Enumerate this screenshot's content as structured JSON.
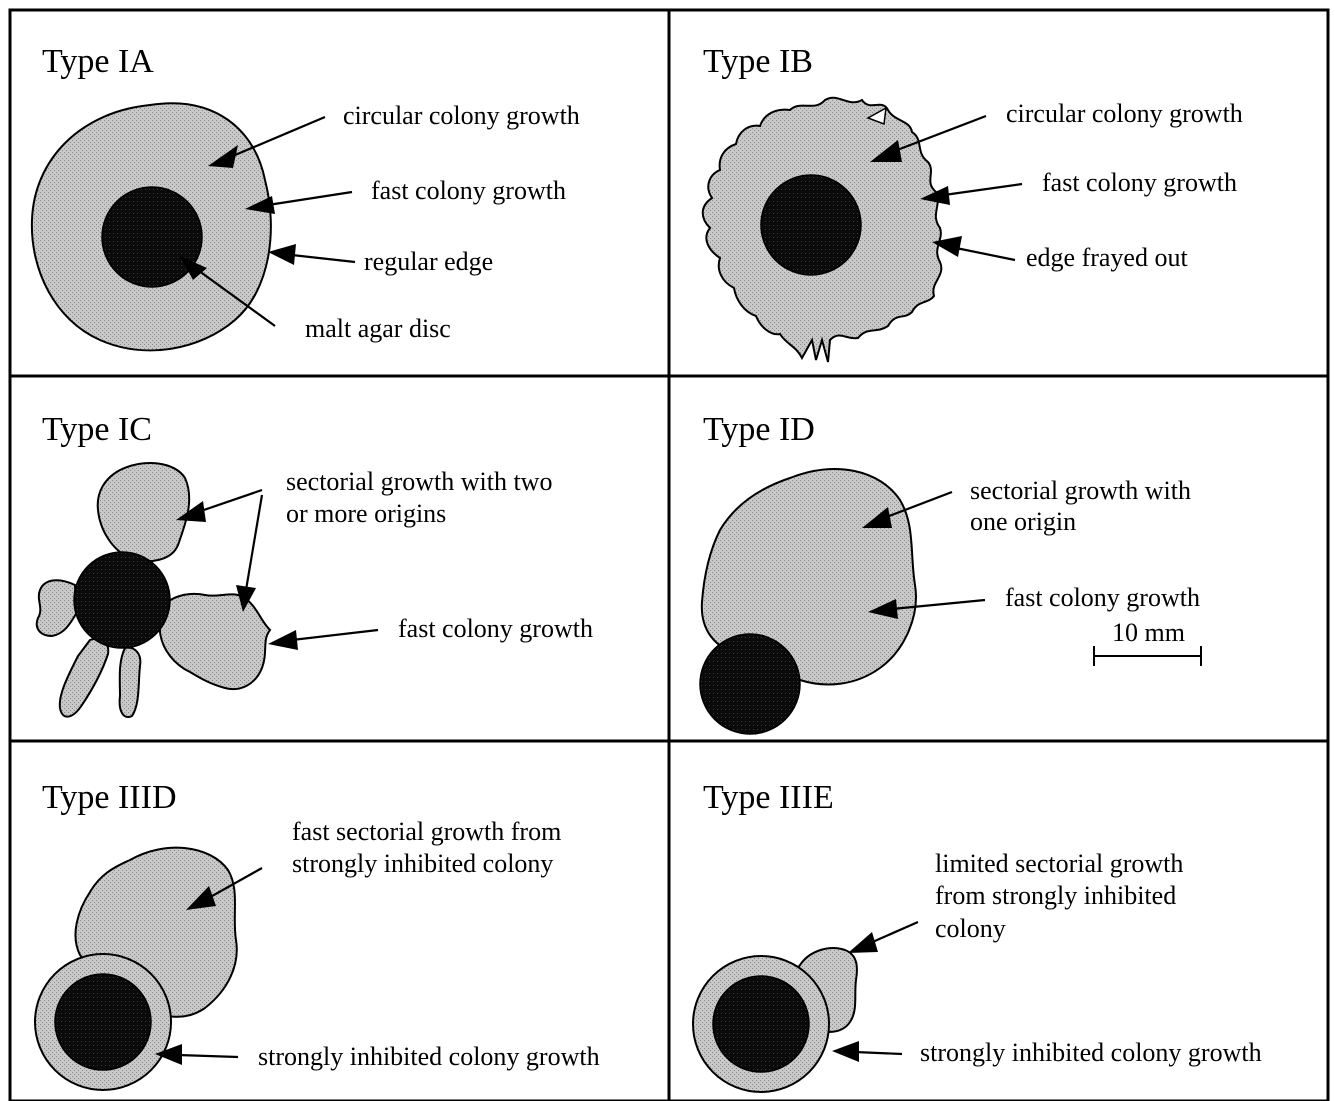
{
  "panels": [
    {
      "title": "Type IA",
      "annotations": [
        "circular colony growth",
        "fast colony growth",
        "regular edge",
        "malt agar disc"
      ]
    },
    {
      "title": "Type IB",
      "annotations": [
        "circular colony growth",
        "fast colony growth",
        "edge frayed out"
      ]
    },
    {
      "title": "Type IC",
      "annotations": [
        "sectorial growth with two",
        "or more origins",
        "fast colony growth"
      ]
    },
    {
      "title": "Type ID",
      "annotations": [
        "sectorial growth with",
        "one origin",
        "fast colony growth"
      ],
      "scale_bar": "10 mm"
    },
    {
      "title": "Type IIID",
      "annotations": [
        "fast sectorial growth from",
        "strongly inhibited colony",
        "strongly inhibited colony growth"
      ]
    },
    {
      "title": "Type IIIE",
      "annotations": [
        "limited sectorial growth",
        "from strongly inhibited",
        "colony",
        "strongly inhibited colony growth"
      ]
    }
  ],
  "colors": {
    "colony_fill": "#c4c4c4",
    "disc_fill": "#0d0d0d",
    "outline": "#000000"
  }
}
